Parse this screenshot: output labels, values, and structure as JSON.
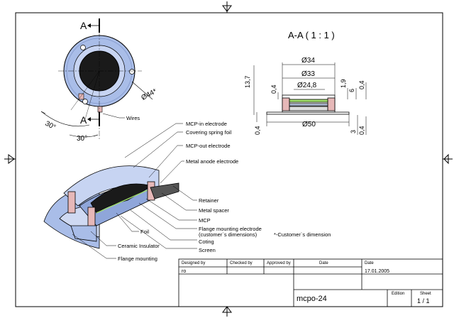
{
  "section_title": "A-A ( 1 : 1 )",
  "section_marker": "A",
  "dimensions": {
    "d34": "Ø34",
    "d33": "Ø33",
    "d24_8": "Ø24,8",
    "d50": "Ø50",
    "d44": "Ø44*",
    "h13_7": "13,7",
    "v0_4_left_top": "0,4",
    "v1_9": "1,9",
    "v6": "6",
    "v0_4_right_top": "0,4",
    "v0_4_left_bottom": "0,4",
    "v3": "3",
    "v0_4_right_bottom": "0,4",
    "angle_a": "30°",
    "angle_b": "30°"
  },
  "callouts": {
    "wires": "Wires",
    "mcp_in": "MCP-in electrode",
    "covering_spring": "Covering spring foil",
    "mcp_out": "MCP-out electrode",
    "metal_anode": "Metal anode electrode",
    "retainer": "Retainer",
    "metal_spacer": "Metal spacer",
    "mcp": "MCP",
    "flange_electrode_1": "Flange mounting electrode",
    "flange_electrode_2": "(customer`s dimensions)",
    "coting": "Coting",
    "screen": "Screen",
    "foil": "Foil",
    "ceramic": "Ceramic Insulator",
    "flange_mounting": "Flange mounting",
    "customer_note": "*-Customer`s  dimension"
  },
  "title_block": {
    "designed_by_label": "Designed by",
    "designed_by": "ro",
    "checked_by_label": "Checked by",
    "approved_by_label": "Approved by",
    "date_label_1": "Date",
    "date_label_2": "Date",
    "date": "17.01.2005",
    "drawing_name": "mcpo-24",
    "edition_label": "Edition",
    "sheet_label": "Sheet",
    "sheet": "1 / 1"
  },
  "colors": {
    "flange_blue": "#a9bde8",
    "ceramic_pink": "#e6b8b8",
    "disc_dark": "#1a1a1a",
    "phosphor_green": "#9fdc6a"
  }
}
